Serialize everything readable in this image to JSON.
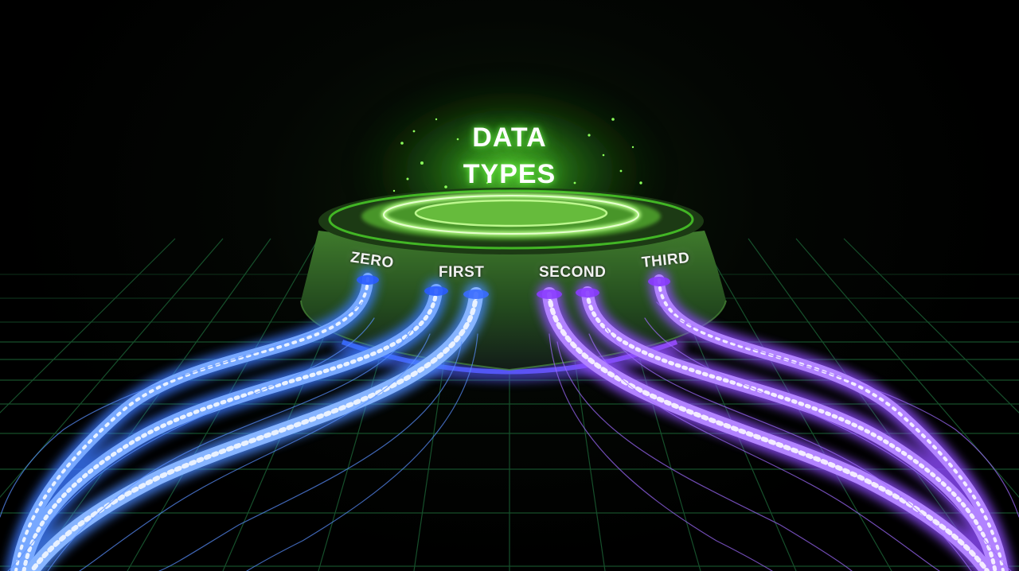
{
  "title": {
    "line1": "DATA",
    "line2": "TYPES"
  },
  "labels": {
    "zero": "ZERO",
    "first": "FIRST",
    "second": "SECOND",
    "third": "THIRD"
  },
  "colors": {
    "hub_glow": "#6cff3a",
    "hub_body": "#2c5a1e",
    "cable_blue": "#4f8cff",
    "cable_purple": "#9a5cff",
    "grid": "#1e6a3a",
    "background": "#000000"
  }
}
